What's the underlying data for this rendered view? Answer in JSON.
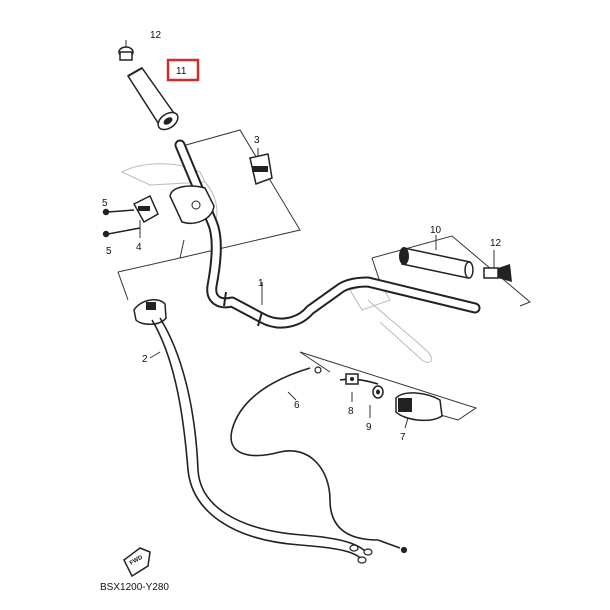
{
  "diagram": {
    "code": "BSX1200-Y280",
    "fwd_label": "FWD",
    "highlight_color": "#d42a2a",
    "parts": [
      {
        "ref": "12",
        "name": "left-grip-end-label"
      },
      {
        "ref": "11",
        "name": "highlighted-grip-label"
      },
      {
        "ref": "3",
        "name": "handlebar-holder-label"
      },
      {
        "ref": "5",
        "name": "screw-upper-label"
      },
      {
        "ref": "4",
        "name": "lever-holder-label"
      },
      {
        "ref": "5",
        "name": "screw-lower-label"
      },
      {
        "ref": "1",
        "name": "handlebar-label"
      },
      {
        "ref": "10",
        "name": "right-grip-label"
      },
      {
        "ref": "12",
        "name": "right-grip-end-label"
      },
      {
        "ref": "2",
        "name": "throttle-cable-label"
      },
      {
        "ref": "6",
        "name": "clutch-cable-label"
      },
      {
        "ref": "8",
        "name": "adjuster-bolt-label"
      },
      {
        "ref": "9",
        "name": "washer-label"
      },
      {
        "ref": "7",
        "name": "throttle-housing-label"
      }
    ]
  }
}
